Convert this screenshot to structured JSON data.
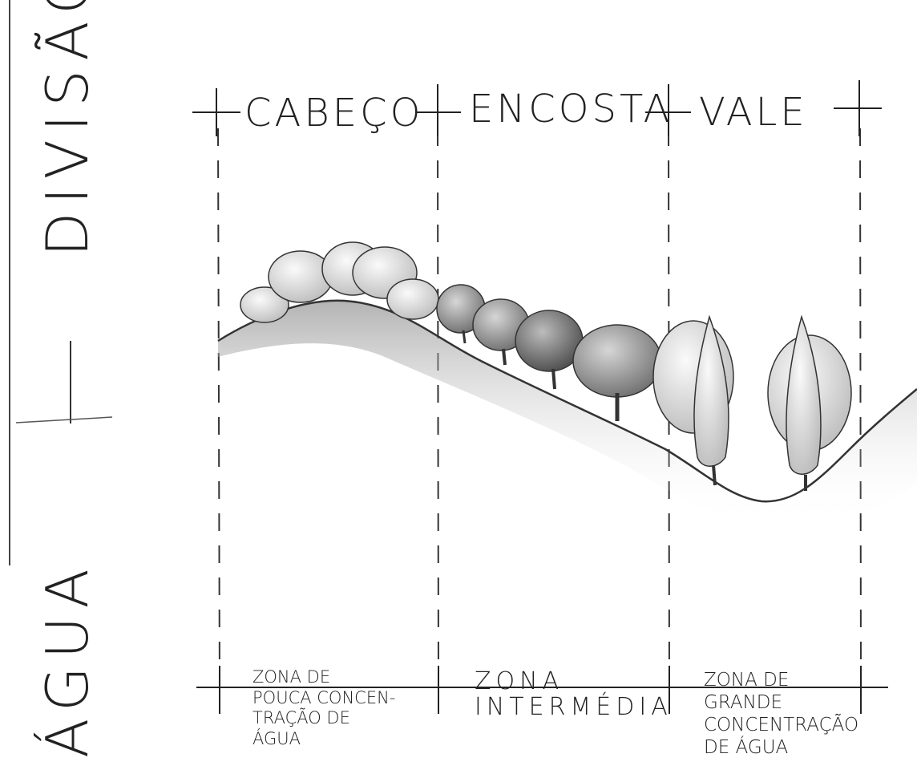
{
  "side_titles": {
    "top": "DIVISÃO",
    "bottom": "ÁGUA"
  },
  "zones": [
    {
      "id": "cabeco",
      "title": "CABEÇO",
      "label": "ZONA DE\nPOUCA CONCEN-\nTRAÇÃO DE\nÁGUA"
    },
    {
      "id": "encosta",
      "title": "ENCOSTA",
      "label": "ZONA\nINTERMÉDIA"
    },
    {
      "id": "vale",
      "title": "VALE",
      "label": "ZONA DE\nGRANDE\nCONCENTRAÇÃO\nDE ÁGUA"
    }
  ]
}
